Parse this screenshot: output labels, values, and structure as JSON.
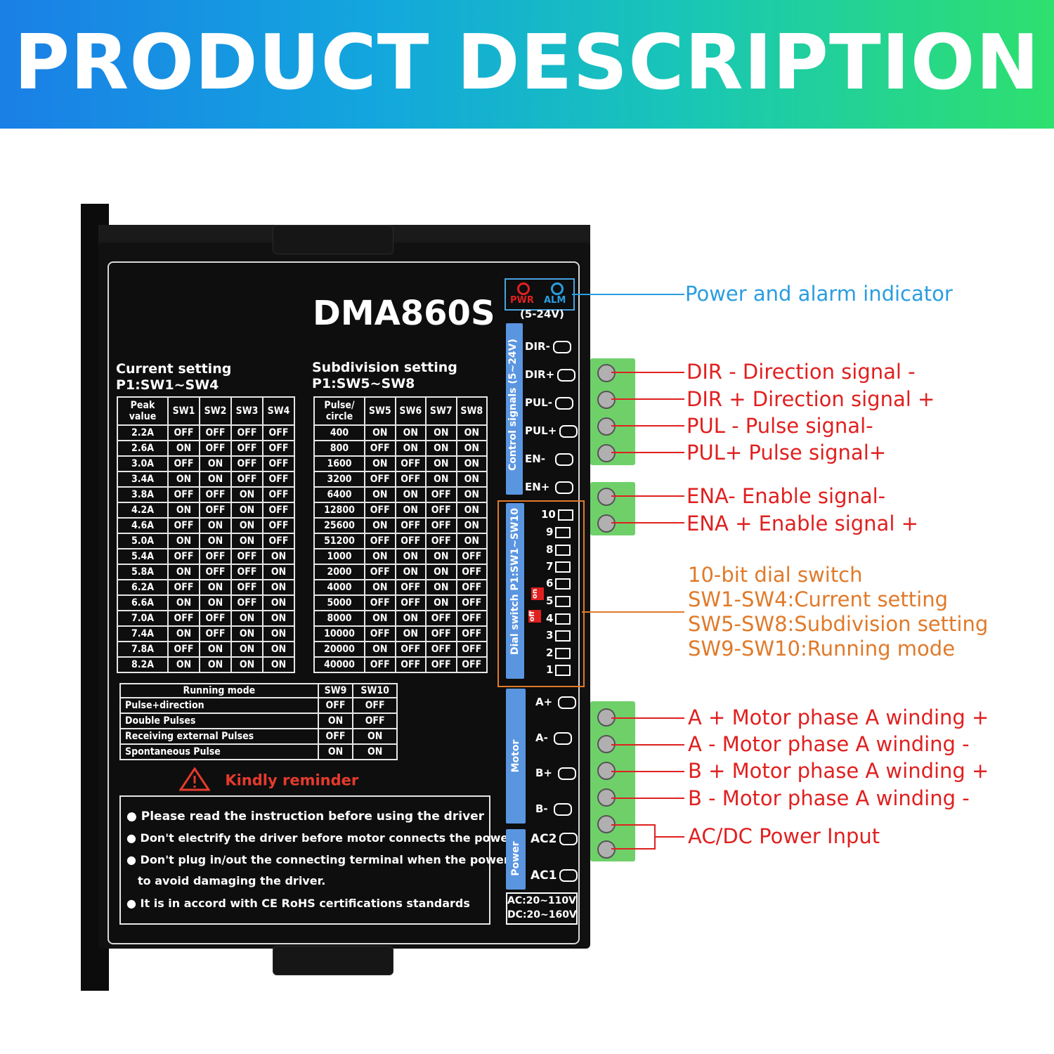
{
  "banner": {
    "title": "PRODUCT DESCRIPTION"
  },
  "device": {
    "model": "DMA860S",
    "indicator": {
      "pwr": "PWR",
      "alm": "ALM",
      "voltage": "(5-24V)"
    },
    "current": {
      "title": "Current  setting",
      "subtitle": "P1:SW1~SW4",
      "headers": [
        "Peak value",
        "SW1",
        "SW2",
        "SW3",
        "SW4"
      ],
      "rows": [
        [
          "2.2A",
          "OFF",
          "OFF",
          "OFF",
          "OFF"
        ],
        [
          "2.6A",
          "ON",
          "OFF",
          "OFF",
          "OFF"
        ],
        [
          "3.0A",
          "OFF",
          "ON",
          "OFF",
          "OFF"
        ],
        [
          "3.4A",
          "ON",
          "ON",
          "OFF",
          "OFF"
        ],
        [
          "3.8A",
          "OFF",
          "OFF",
          "ON",
          "OFF"
        ],
        [
          "4.2A",
          "ON",
          "OFF",
          "ON",
          "OFF"
        ],
        [
          "4.6A",
          "OFF",
          "ON",
          "ON",
          "OFF"
        ],
        [
          "5.0A",
          "ON",
          "ON",
          "ON",
          "OFF"
        ],
        [
          "5.4A",
          "OFF",
          "OFF",
          "OFF",
          "ON"
        ],
        [
          "5.8A",
          "ON",
          "OFF",
          "OFF",
          "ON"
        ],
        [
          "6.2A",
          "OFF",
          "ON",
          "OFF",
          "ON"
        ],
        [
          "6.6A",
          "ON",
          "ON",
          "OFF",
          "ON"
        ],
        [
          "7.0A",
          "OFF",
          "OFF",
          "ON",
          "ON"
        ],
        [
          "7.4A",
          "ON",
          "OFF",
          "ON",
          "ON"
        ],
        [
          "7.8A",
          "OFF",
          "ON",
          "ON",
          "ON"
        ],
        [
          "8.2A",
          "ON",
          "ON",
          "ON",
          "ON"
        ]
      ]
    },
    "subdivision": {
      "title": "Subdivision  setting",
      "subtitle": "P1:SW5~SW8",
      "headers": [
        "Pulse/ circle",
        "SW5",
        "SW6",
        "SW7",
        "SW8"
      ],
      "rows": [
        [
          "400",
          "ON",
          "ON",
          "ON",
          "ON"
        ],
        [
          "800",
          "OFF",
          "ON",
          "ON",
          "ON"
        ],
        [
          "1600",
          "ON",
          "OFF",
          "ON",
          "ON"
        ],
        [
          "3200",
          "OFF",
          "OFF",
          "ON",
          "ON"
        ],
        [
          "6400",
          "ON",
          "ON",
          "OFF",
          "ON"
        ],
        [
          "12800",
          "OFF",
          "ON",
          "OFF",
          "ON"
        ],
        [
          "25600",
          "ON",
          "OFF",
          "OFF",
          "ON"
        ],
        [
          "51200",
          "OFF",
          "OFF",
          "OFF",
          "ON"
        ],
        [
          "1000",
          "ON",
          "ON",
          "ON",
          "OFF"
        ],
        [
          "2000",
          "OFF",
          "ON",
          "ON",
          "OFF"
        ],
        [
          "4000",
          "ON",
          "OFF",
          "ON",
          "OFF"
        ],
        [
          "5000",
          "OFF",
          "OFF",
          "ON",
          "OFF"
        ],
        [
          "8000",
          "ON",
          "ON",
          "OFF",
          "OFF"
        ],
        [
          "10000",
          "OFF",
          "ON",
          "OFF",
          "OFF"
        ],
        [
          "20000",
          "ON",
          "OFF",
          "OFF",
          "OFF"
        ],
        [
          "40000",
          "OFF",
          "OFF",
          "OFF",
          "OFF"
        ]
      ]
    },
    "running": {
      "headers": [
        "Running  mode",
        "SW9",
        "SW10"
      ],
      "rows": [
        [
          "Pulse+direction",
          "OFF",
          "OFF"
        ],
        [
          "Double  Pulses",
          "ON",
          "OFF"
        ],
        [
          "Receiving external Pulses",
          "OFF",
          "ON"
        ],
        [
          "Spontaneous Pulse",
          "ON",
          "ON"
        ]
      ]
    },
    "reminder": {
      "title": "Kindly  reminder",
      "notes": [
        "Please  read  the  instruction  before  using  the  driver",
        "Don't electrify the driver before motor connects the power.",
        "Don't  plug  in/out  the  connecting  terminal  when  the  power,",
        "to  avoid  damaging  the  driver.",
        "It is in accord with CE RoHS certifications standards"
      ]
    },
    "control_panel": {
      "label": "Control signals (5~24V)",
      "pins": [
        "DIR-",
        "DIR+",
        "PUL-",
        "PUL+",
        "EN-",
        "EN+"
      ]
    },
    "dial_panel": {
      "label": "Dial switch P1:SW1~SW10",
      "switches": [
        "10",
        "9",
        "8",
        "7",
        "6",
        "5",
        "4",
        "3",
        "2",
        "1"
      ],
      "off": "off",
      "on": "on"
    },
    "motor_panel": {
      "label": "Motor",
      "pins": [
        "A+",
        "A-",
        "B+",
        "B-"
      ]
    },
    "power_panel": {
      "label": "Power",
      "pins": [
        "AC2",
        "AC1"
      ],
      "rating_ac": "AC:20~110V",
      "rating_dc": "DC:20~160V"
    }
  },
  "callouts": {
    "indicator": "Power and alarm indicator",
    "dir_minus": "DIR - Direction signal -",
    "dir_plus": "DIR + Direction signal +",
    "pul_minus": "PUL - Pulse signal-",
    "pul_plus": "PUL+ Pulse signal+",
    "ena_minus": "ENA- Enable signal-",
    "ena_plus": "ENA + Enable signal +",
    "dial": [
      "10-bit dial switch",
      "SW1-SW4:Current setting",
      "SW5-SW8:Subdivision setting",
      "SW9-SW10:Running mode"
    ],
    "a_plus": "A + Motor phase A winding +",
    "a_minus": "A - Motor phase A winding -",
    "b_plus": "B + Motor phase A winding +",
    "b_minus": "B - Motor phase A winding -",
    "power": "AC/DC Power Input"
  },
  "colors": {
    "callout_red": "#e02020",
    "callout_blue": "#2a9de0",
    "callout_orange": "#e07a2a",
    "panel_blue": "#5a95e0",
    "terminal_green": "#6fd06a"
  }
}
